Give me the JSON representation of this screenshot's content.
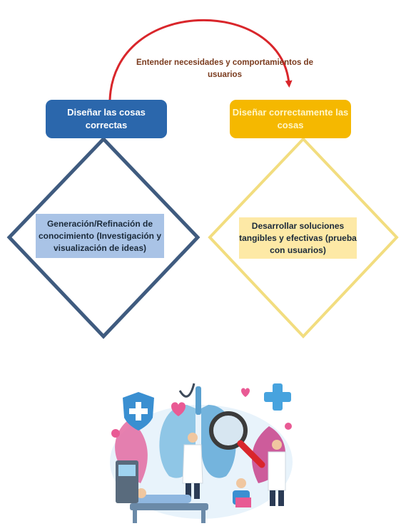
{
  "top_arrow": {
    "label": "Entender necesidades y comportamientos de usuarios",
    "color": "#d9262b"
  },
  "left_phase": {
    "title": "Diseñar las cosas correctas",
    "description": "Generación/Refinación de conocimiento (Investigación y visualización de ideas)",
    "color": "#2b67ac",
    "diamond_color": "#3f5b7f"
  },
  "right_phase": {
    "title": "Diseñar correctamente las cosas",
    "description": "Desarrollar soluciones tangibles y efectivas (prueba con usuarios)",
    "color": "#f5b800",
    "diamond_color": "#f2dd7f"
  },
  "illustration": {
    "icon": "medical-team-lungs-illustration"
  }
}
